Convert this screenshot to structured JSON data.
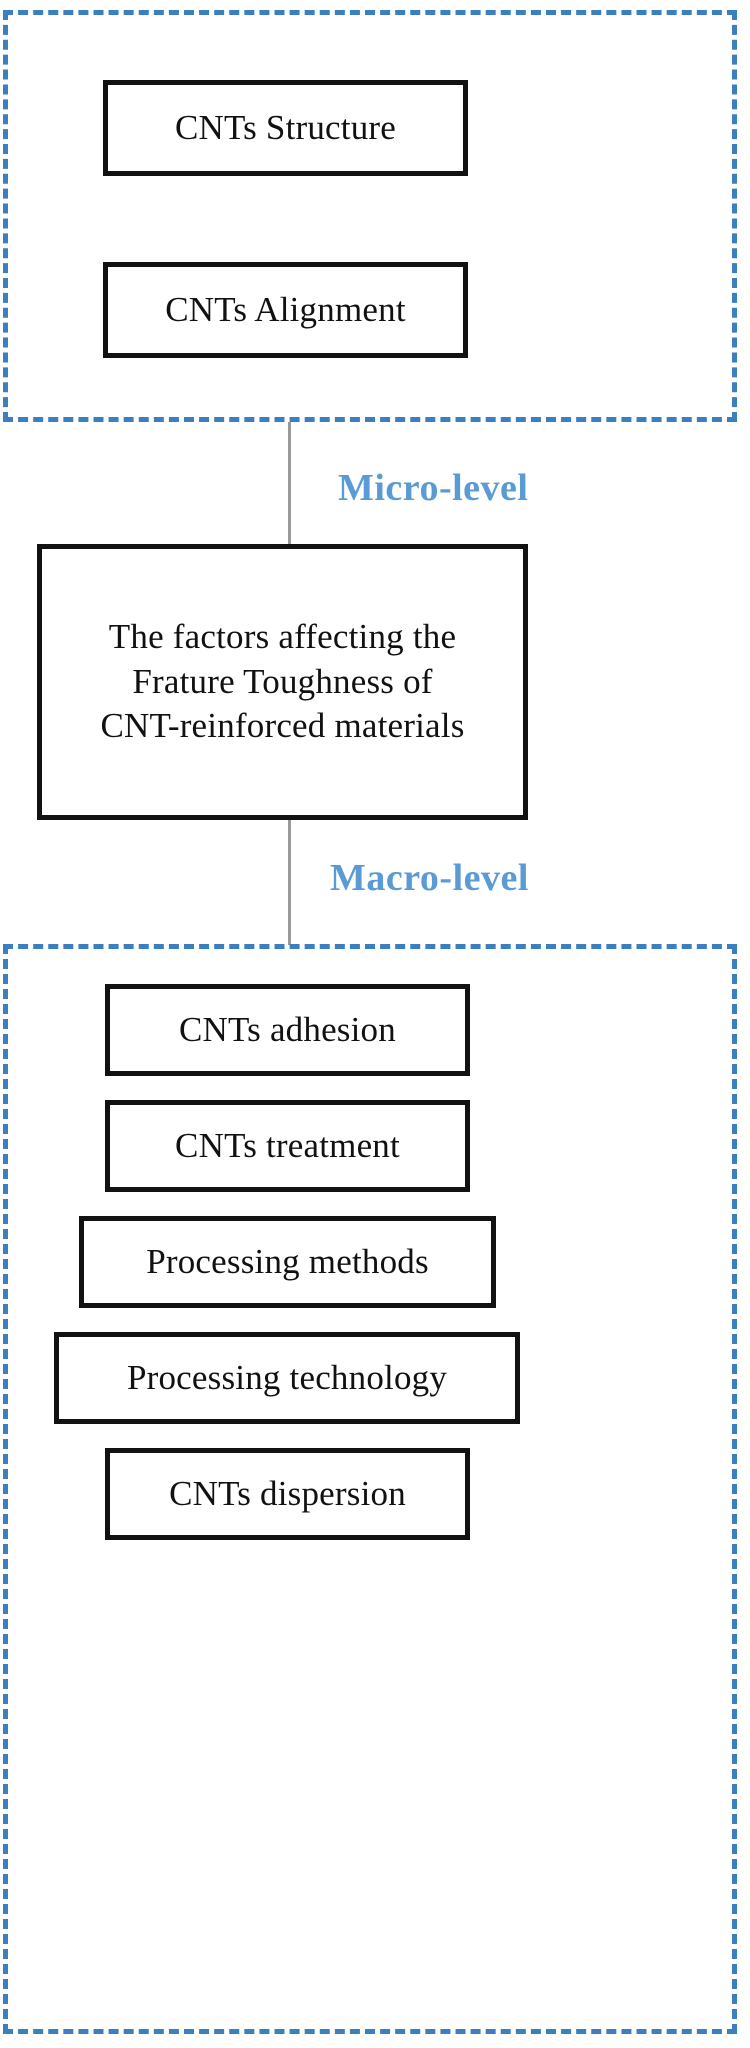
{
  "diagram": {
    "title_box": {
      "text": "The factors affecting the\nFrature Toughness of\nCNT-reinforced materials"
    },
    "levels": [
      {
        "id": "micro",
        "caption": "Micro-level",
        "color": "#5b9bd5"
      },
      {
        "id": "macro",
        "caption": "Macro-level",
        "color": "#5b9bd5"
      }
    ],
    "micro_group": {
      "caption": "Micro-level",
      "border_color": "#3c7fc0",
      "items": [
        {
          "label": "CNTs Structure"
        },
        {
          "label": "CNTs Alignment"
        }
      ]
    },
    "macro_group": {
      "caption": "Macro-level",
      "border_color": "#3c7fc0",
      "items": [
        {
          "label": "CNTs adhesion"
        },
        {
          "label": "CNTs treatment"
        },
        {
          "label": "Processing methods"
        },
        {
          "label": "Processing technology"
        },
        {
          "label": "CNTs dispersion"
        }
      ]
    },
    "colors": {
      "box_border": "#121212",
      "dashed_border": "#3c7fc0",
      "caption": "#5b9bd5",
      "connector": "#9a9a9a",
      "background": "#ffffff",
      "text": "#111111"
    }
  }
}
